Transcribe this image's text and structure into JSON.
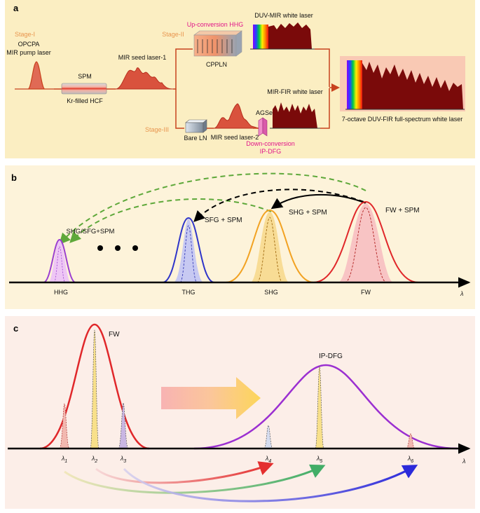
{
  "panel_a": {
    "label": "a",
    "stage1": "Stage-I",
    "pump_line1": "OPCPA",
    "pump_line2": "MIR pump laser",
    "spm": "SPM",
    "hcf": "Kr-filled HCF",
    "seed1": "MIR seed laser-1",
    "stage2": "Stage-II",
    "upconv": "Up-conversion HHG",
    "cppln": "CPPLN",
    "duv_mir": "DUV-MIR white laser",
    "stage3": "Stage-III",
    "bare_ln": "Bare LN",
    "seed2": "MIR seed laser-2",
    "agse": "AGSe",
    "mir_fir": "MIR-FIR white laser",
    "downconv_line1": "Down-conversion",
    "downconv_line2": "IP-DFG",
    "output": "7-octave DUV-FIR full-spectrum white laser",
    "colors": {
      "orange": "#e8954e",
      "magenta": "#e0168a",
      "dark_red": "#7a0a0a",
      "arrow": "#c8421e"
    }
  },
  "panel_b": {
    "label": "b",
    "peaks": {
      "hhg": "SHG/SFG+SPM",
      "thg": "SFG + SPM",
      "shg": "SHG + SPM",
      "fw": "FW + SPM"
    },
    "axis_labels": [
      "HHG",
      "THG",
      "SHG",
      "FW"
    ],
    "lambda": "λ",
    "colors": {
      "hhg": "#9b3fd1",
      "thg": "#2f35c9",
      "shg": "#f2a222",
      "fw": "#e0272a",
      "green_arrow": "#5ea83a"
    }
  },
  "panel_c": {
    "label": "c",
    "fw": "FW",
    "ipdfg": "IP-DFG",
    "lambdas": [
      "λ1",
      "λ2",
      "λ3",
      "λ4",
      "λ5",
      "λ6"
    ],
    "lambda": "λ",
    "colors": {
      "fw": "#e0272a",
      "ipdfg": "#9b2fd1",
      "red": "#e21b1b",
      "green": "#2ea65a",
      "blue": "#1515d9"
    }
  }
}
